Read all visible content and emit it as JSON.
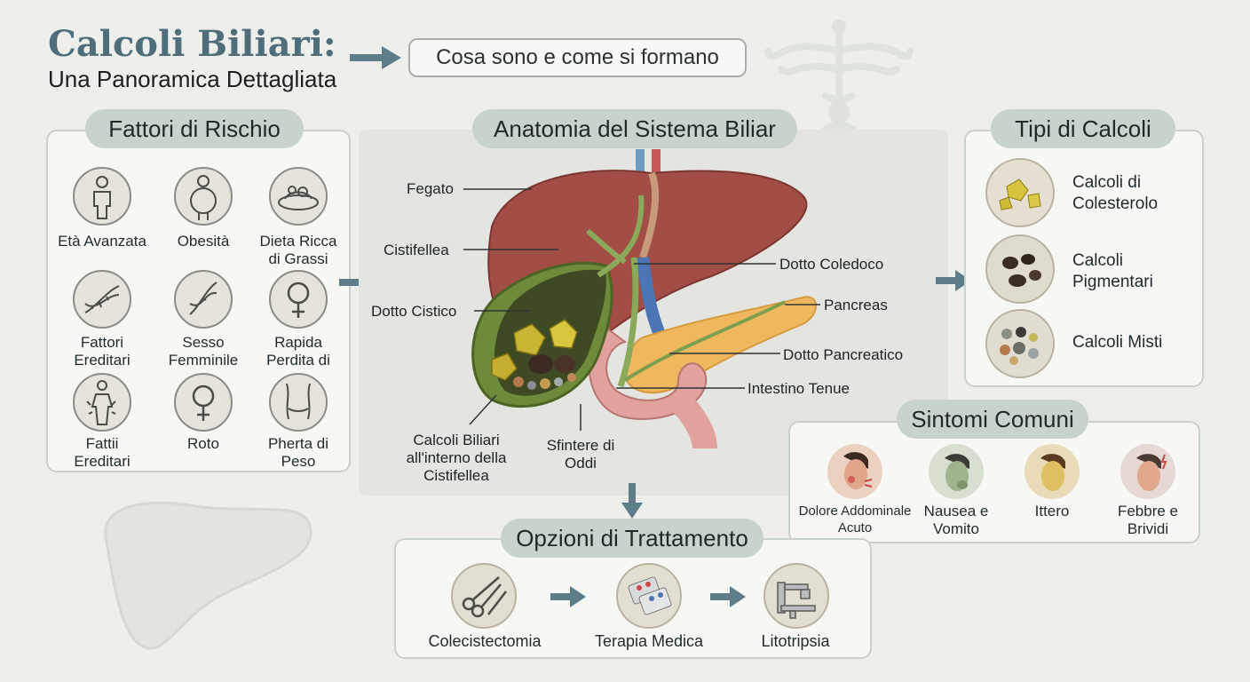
{
  "header": {
    "title": "Calcoli Biliari:",
    "subtitle": "Una Panoramica Dettagliata",
    "intro_box": "Cosa sono e come si formano"
  },
  "risk_factors": {
    "heading": "Fattori di Rischio",
    "items": [
      {
        "label": "Età Avanzata",
        "icon": "person-icon"
      },
      {
        "label": "Obesità",
        "icon": "obese-person-icon"
      },
      {
        "label": "Dieta Ricca di Grassi",
        "icon": "fatty-food-icon"
      },
      {
        "label": "Fattori Ereditari",
        "icon": "dna-icon"
      },
      {
        "label": "Sesso Femminile",
        "icon": "dna-helix-icon"
      },
      {
        "label": "Rapida Perdita di",
        "icon": "female-symbol-icon"
      },
      {
        "label": "Fattii Ereditari",
        "icon": "body-pain-icon"
      },
      {
        "label": "Roto",
        "icon": "female-symbol-icon"
      },
      {
        "label": "Pherta di Peso",
        "icon": "waist-icon"
      }
    ]
  },
  "anatomy": {
    "heading": "Anatomia del Sistema Biliar",
    "labels": {
      "fegato": "Fegato",
      "cistifellea": "Cistifellea",
      "dotto_cistico": "Dotto Cistico",
      "calcoli": "Calcoli Biliari all'interno della Cistifellea",
      "sfintere": "Sfintere di Oddi",
      "dotto_coledoco": "Dotto Coledoco",
      "pancreas": "Pancreas",
      "dotto_pancreatico": "Dotto Pancreatico",
      "intestino": "Intestino Tenue"
    }
  },
  "stone_types": {
    "heading": "Tipi di Calcoli",
    "items": [
      {
        "label": "Calcoli di Colesterolo",
        "icon": "cholesterol-stone-icon"
      },
      {
        "label": "Calcoli Pigmentari",
        "icon": "pigment-stone-icon"
      },
      {
        "label": "Calcoli Misti",
        "icon": "mixed-stone-icon"
      }
    ]
  },
  "symptoms": {
    "heading": "Sintomi Comuni",
    "items": [
      {
        "label": "Dolore Addominale Acuto",
        "icon": "pain-face-icon"
      },
      {
        "label": "Nausea e Vomito",
        "icon": "nausea-face-icon"
      },
      {
        "label": "Ittero",
        "icon": "jaundice-face-icon"
      },
      {
        "label": "Febbre e Brividi",
        "icon": "fever-face-icon"
      }
    ]
  },
  "treatment": {
    "heading": "Opzioni di Trattamento",
    "items": [
      {
        "label": "Colecistectomia",
        "icon": "surgical-tools-icon"
      },
      {
        "label": "Terapia Medica",
        "icon": "pills-icon"
      },
      {
        "label": "Litotripsia",
        "icon": "lithotripsy-machine-icon"
      }
    ]
  },
  "colors": {
    "accent": "#4e6e7c",
    "pill": "#c7d3cb",
    "panel_border": "#c9d1cd",
    "liver": "#9c4a44"
  }
}
